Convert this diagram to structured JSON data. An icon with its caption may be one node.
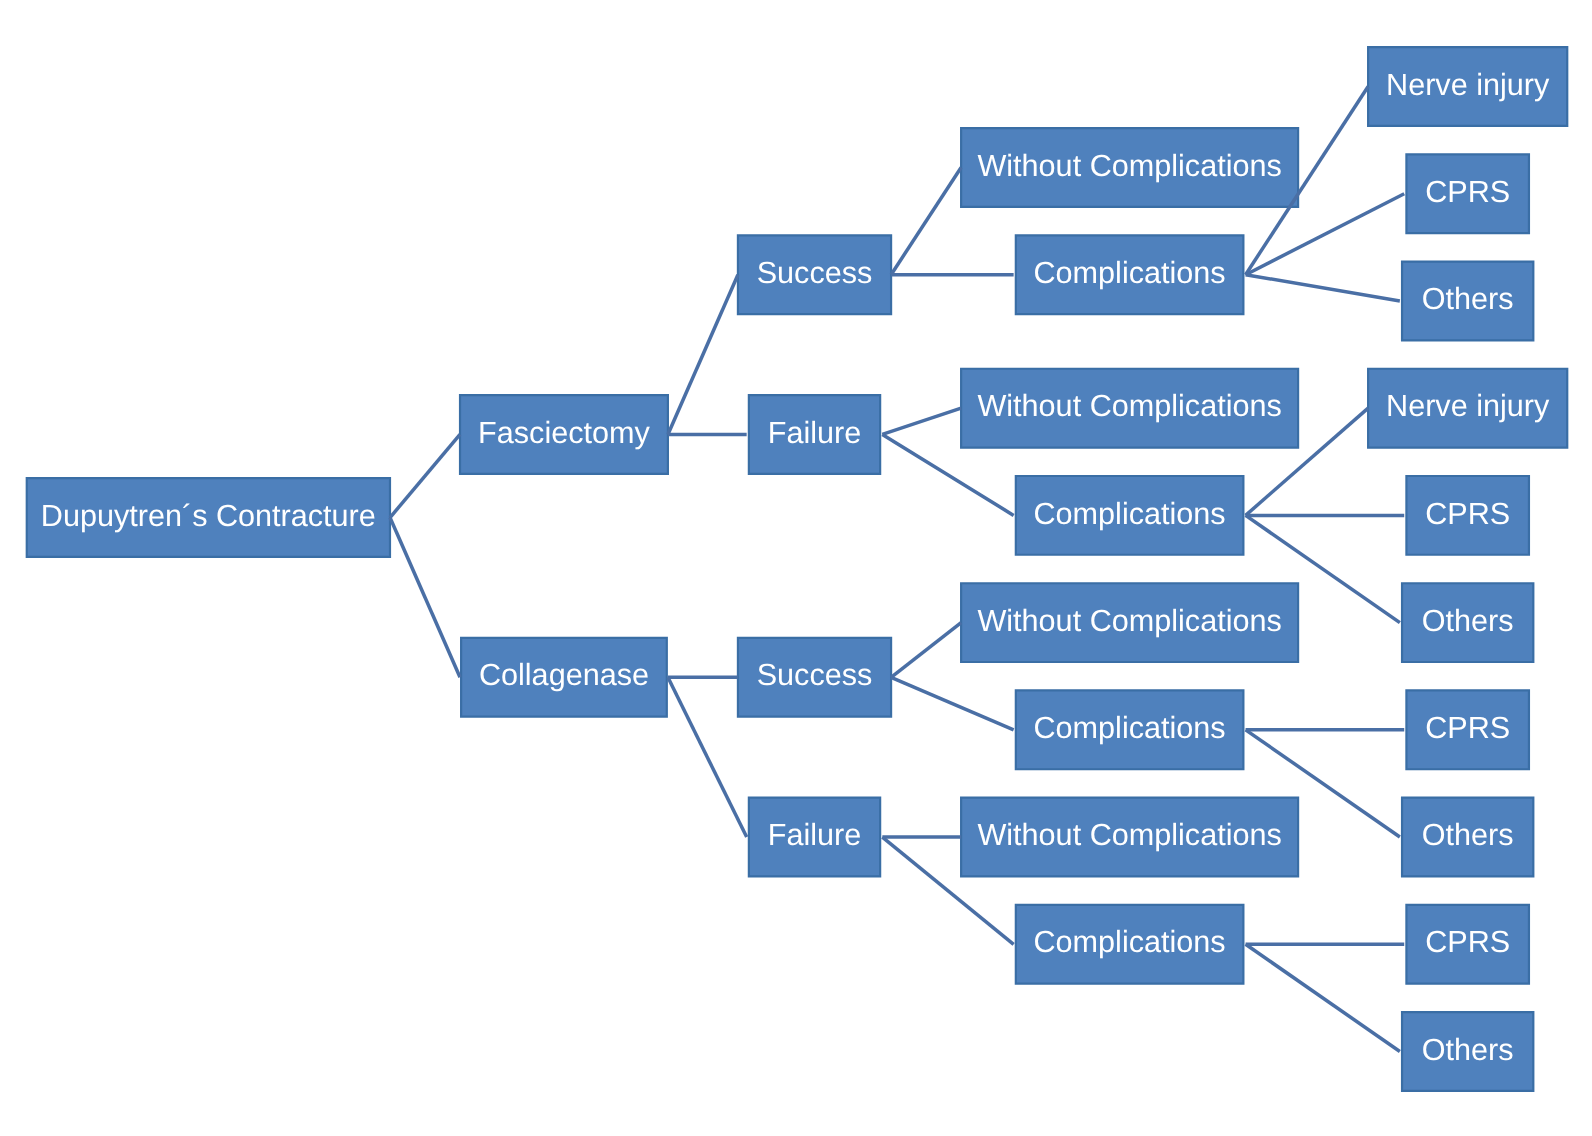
{
  "diagram": {
    "nodes": [
      {
        "text": [
          "Dupuytren´s Contracture"
        ]
      },
      {
        "text": [
          "Fasciectomy"
        ]
      },
      {
        "text": [
          "Success"
        ]
      },
      {
        "text": [
          "Without Complications"
        ]
      },
      {
        "text": [
          "Complications"
        ]
      },
      {
        "text": [
          "Nerve injury"
        ]
      },
      {
        "text": [
          "CPRS"
        ]
      },
      {
        "text": [
          "Others"
        ]
      },
      {
        "text": [
          "Failure"
        ]
      },
      {
        "text": [
          "Without Complications"
        ]
      },
      {
        "text": [
          "Complications"
        ]
      },
      {
        "text": [
          "Nerve injury"
        ]
      },
      {
        "text": [
          "CPRS"
        ]
      },
      {
        "text": [
          "Others"
        ]
      },
      {
        "text": [
          "Collagenase"
        ]
      },
      {
        "text": [
          "Success"
        ]
      },
      {
        "text": [
          "Without Complications"
        ]
      },
      {
        "text": [
          "Complications"
        ]
      },
      {
        "text": [
          "CPRS"
        ]
      },
      {
        "text": [
          "Others"
        ]
      },
      {
        "text": [
          "Failure"
        ]
      },
      {
        "text": [
          "Without Complications"
        ]
      },
      {
        "text": [
          "Complications"
        ]
      },
      {
        "text": [
          "CPRS"
        ]
      },
      {
        "text": [
          "Others"
        ]
      }
    ],
    "edges": [
      {
        "from": 0,
        "to": 1,
        "arrow": "none"
      },
      {
        "from": 1,
        "to": 2,
        "arrow": "none"
      },
      {
        "from": 2,
        "to": 3,
        "arrow": "none"
      },
      {
        "from": 2,
        "to": 4,
        "arrow": "none"
      },
      {
        "from": 4,
        "to": 5,
        "arrow": "none"
      },
      {
        "from": 4,
        "to": 6,
        "arrow": "none"
      },
      {
        "from": 4,
        "to": 7,
        "arrow": "none"
      },
      {
        "from": 1,
        "to": 8,
        "arrow": "none"
      },
      {
        "from": 8,
        "to": 9,
        "arrow": "none"
      },
      {
        "from": 8,
        "to": 10,
        "arrow": "none"
      },
      {
        "from": 10,
        "to": 11,
        "arrow": "none"
      },
      {
        "from": 10,
        "to": 12,
        "arrow": "none"
      },
      {
        "from": 10,
        "to": 13,
        "arrow": "none"
      },
      {
        "from": 0,
        "to": 14,
        "arrow": "none"
      },
      {
        "from": 14,
        "to": 15,
        "arrow": "none"
      },
      {
        "from": 15,
        "to": 16,
        "arrow": "none"
      },
      {
        "from": 15,
        "to": 17,
        "arrow": "none"
      },
      {
        "from": 17,
        "to": 18,
        "arrow": "none"
      },
      {
        "from": 17,
        "to": 19,
        "arrow": "none"
      },
      {
        "from": 14,
        "to": 20,
        "arrow": "none"
      },
      {
        "from": 20,
        "to": 21,
        "arrow": "none"
      },
      {
        "from": 20,
        "to": 22,
        "arrow": "none"
      },
      {
        "from": 22,
        "to": 23,
        "arrow": "none"
      },
      {
        "from": 22,
        "to": 24,
        "arrow": "none"
      }
    ]
  }
}
